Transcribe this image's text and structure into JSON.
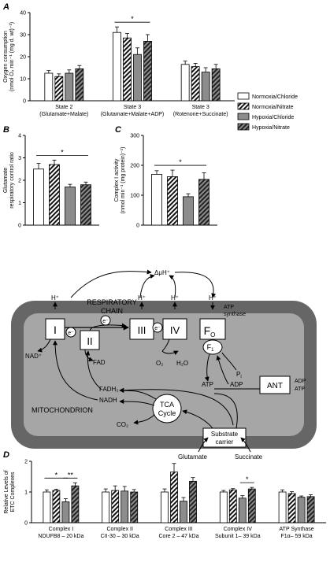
{
  "panel_labels": {
    "a": "A",
    "b": "B",
    "c": "C",
    "d": "D"
  },
  "legend": [
    {
      "label": "Normoxia/Chloride",
      "pattern": "white"
    },
    {
      "label": "Normoxia/Nitrate",
      "pattern": "hatch"
    },
    {
      "label": "Hypoxia/Chloride",
      "pattern": "grey"
    },
    {
      "label": "Hypoxia/Nitrate",
      "pattern": "darkhatch"
    }
  ],
  "colors": {
    "grey_fill": "#8c8c8c",
    "dark_hatch": "#3a3a3a",
    "cell_outer": "#666666",
    "cell_inner": "#a6a6a6"
  },
  "chart_data": [
    {
      "id": "A",
      "type": "bar",
      "ylabel_line1": "Oxygen consumption",
      "ylabel_line2": "(nmol O₂ min⁻¹ (mg d. wt)⁻¹)",
      "ylim": [
        0,
        40
      ],
      "yticks": [
        "0",
        "10",
        "20",
        "30",
        "40"
      ],
      "categories": [
        {
          "line1": "State 2",
          "line2": "(Glutamate+Malate)"
        },
        {
          "line1": "State 3",
          "line2": "(Glutamate+Malate+ADP)"
        },
        {
          "line1": "State 3",
          "line2": "(Rotenone+Succinate)"
        }
      ],
      "values": [
        [
          12.5,
          11,
          12.5,
          14.5
        ],
        [
          31,
          28.5,
          21,
          27
        ],
        [
          16.5,
          15.5,
          13,
          14.5
        ]
      ],
      "errors": [
        [
          1.2,
          1.2,
          1.5,
          1.5
        ],
        [
          2.5,
          2,
          3,
          3
        ],
        [
          1.5,
          1.5,
          2,
          2
        ]
      ],
      "significance": [
        {
          "from": [
            1,
            0
          ],
          "to": [
            1,
            3
          ],
          "label": "*"
        }
      ]
    },
    {
      "id": "B",
      "type": "bar",
      "ylabel_line1": "Glutamate",
      "ylabel_line2": "respiratory control ratio",
      "ylim": [
        0,
        4
      ],
      "yticks": [
        "0",
        "1",
        "2",
        "3",
        "4"
      ],
      "categories": [
        {
          "line1": "",
          "line2": ""
        }
      ],
      "values": [
        [
          2.5,
          2.7,
          1.7,
          1.8
        ]
      ],
      "errors": [
        [
          0.25,
          0.2,
          0.12,
          0.12
        ]
      ],
      "significance": [
        {
          "from": [
            0,
            0
          ],
          "to": [
            0,
            3
          ],
          "label": "*"
        }
      ]
    },
    {
      "id": "C",
      "type": "bar",
      "ylabel_line1": "Complex I activity",
      "ylabel_line2": "(nmol min⁻¹ (mg protein)⁻¹)",
      "ylim": [
        0,
        300
      ],
      "yticks": [
        "0",
        "100",
        "200",
        "300"
      ],
      "categories": [
        {
          "line1": "",
          "line2": ""
        }
      ],
      "values": [
        [
          170,
          162,
          95,
          153
        ]
      ],
      "errors": [
        [
          12,
          22,
          10,
          22
        ]
      ],
      "significance": [
        {
          "from": [
            0,
            0
          ],
          "to": [
            0,
            3
          ],
          "label": "*"
        }
      ]
    },
    {
      "id": "D",
      "type": "bar",
      "ylabel_line1": "Relative Levels of",
      "ylabel_line2": "ETC Complexes",
      "ylim": [
        0,
        2
      ],
      "yticks": [
        "0",
        "1",
        "2"
      ],
      "categories": [
        {
          "line1": "Complex I",
          "line2": "NDUFB8 – 20 kDa"
        },
        {
          "line1": "Complex II",
          "line2": "CII-30 – 30 kDa"
        },
        {
          "line1": "Complex III",
          "line2": "Core 2 – 47 kDa"
        },
        {
          "line1": "Complex IV",
          "line2": "Subunit 1– 39 kDa"
        },
        {
          "line1": "ATP Synthase",
          "line2": "F1α– 59 kDa"
        }
      ],
      "values": [
        [
          1.0,
          1.05,
          0.68,
          1.2
        ],
        [
          1.0,
          1.05,
          1.03,
          1.0
        ],
        [
          1.0,
          1.65,
          0.7,
          1.35
        ],
        [
          1.0,
          1.07,
          0.8,
          1.1
        ],
        [
          1.0,
          0.95,
          0.83,
          0.85
        ]
      ],
      "errors": [
        [
          0.07,
          0.04,
          0.1,
          0.1
        ],
        [
          0.1,
          0.15,
          0.15,
          0.08
        ],
        [
          0.1,
          0.28,
          0.12,
          0.12
        ],
        [
          0.05,
          0.04,
          0.08,
          0.05
        ],
        [
          0.07,
          0.06,
          0.04,
          0.06
        ]
      ],
      "significance": [
        {
          "from": [
            0,
            0
          ],
          "to": [
            0,
            2
          ],
          "label": "*"
        },
        {
          "from": [
            0,
            2
          ],
          "to": [
            0,
            3
          ],
          "label": "**"
        },
        {
          "from": [
            3,
            2
          ],
          "to": [
            3,
            3
          ],
          "label": "*"
        }
      ]
    }
  ],
  "diagram": {
    "delta_mu_h": "ΔμH⁺",
    "h_plus": "H⁺",
    "complex_i": "I",
    "complex_ii": "II",
    "complex_iii": "III",
    "complex_iv": "IV",
    "fo": "F",
    "fo_sub": "O",
    "f1": "F",
    "f1_sub": "1",
    "e_minus": "e⁻",
    "respiratory": "RESPIRATORY",
    "chain": "CHAIN",
    "atp_synthase_line1": "ATP",
    "atp_synthase_line2": "synthase",
    "nad_plus": "NAD⁺",
    "fad": "FAD",
    "fadh2": "FADH₂",
    "nadh": "NADH",
    "o2": "O₂",
    "h2o": "H₂O",
    "pi": "P",
    "pi_sub": "i",
    "adp": "ADP",
    "atp": "ATP",
    "ant": "ANT",
    "mitochondrion": "MITOCHONDRION",
    "tca_line1": "TCA",
    "tca_line2": "Cycle",
    "co2": "CO₂",
    "substrate_line1": "Substrate",
    "substrate_line2": "carrier",
    "glutamate": "Glutamate",
    "succinate": "Succinate"
  }
}
